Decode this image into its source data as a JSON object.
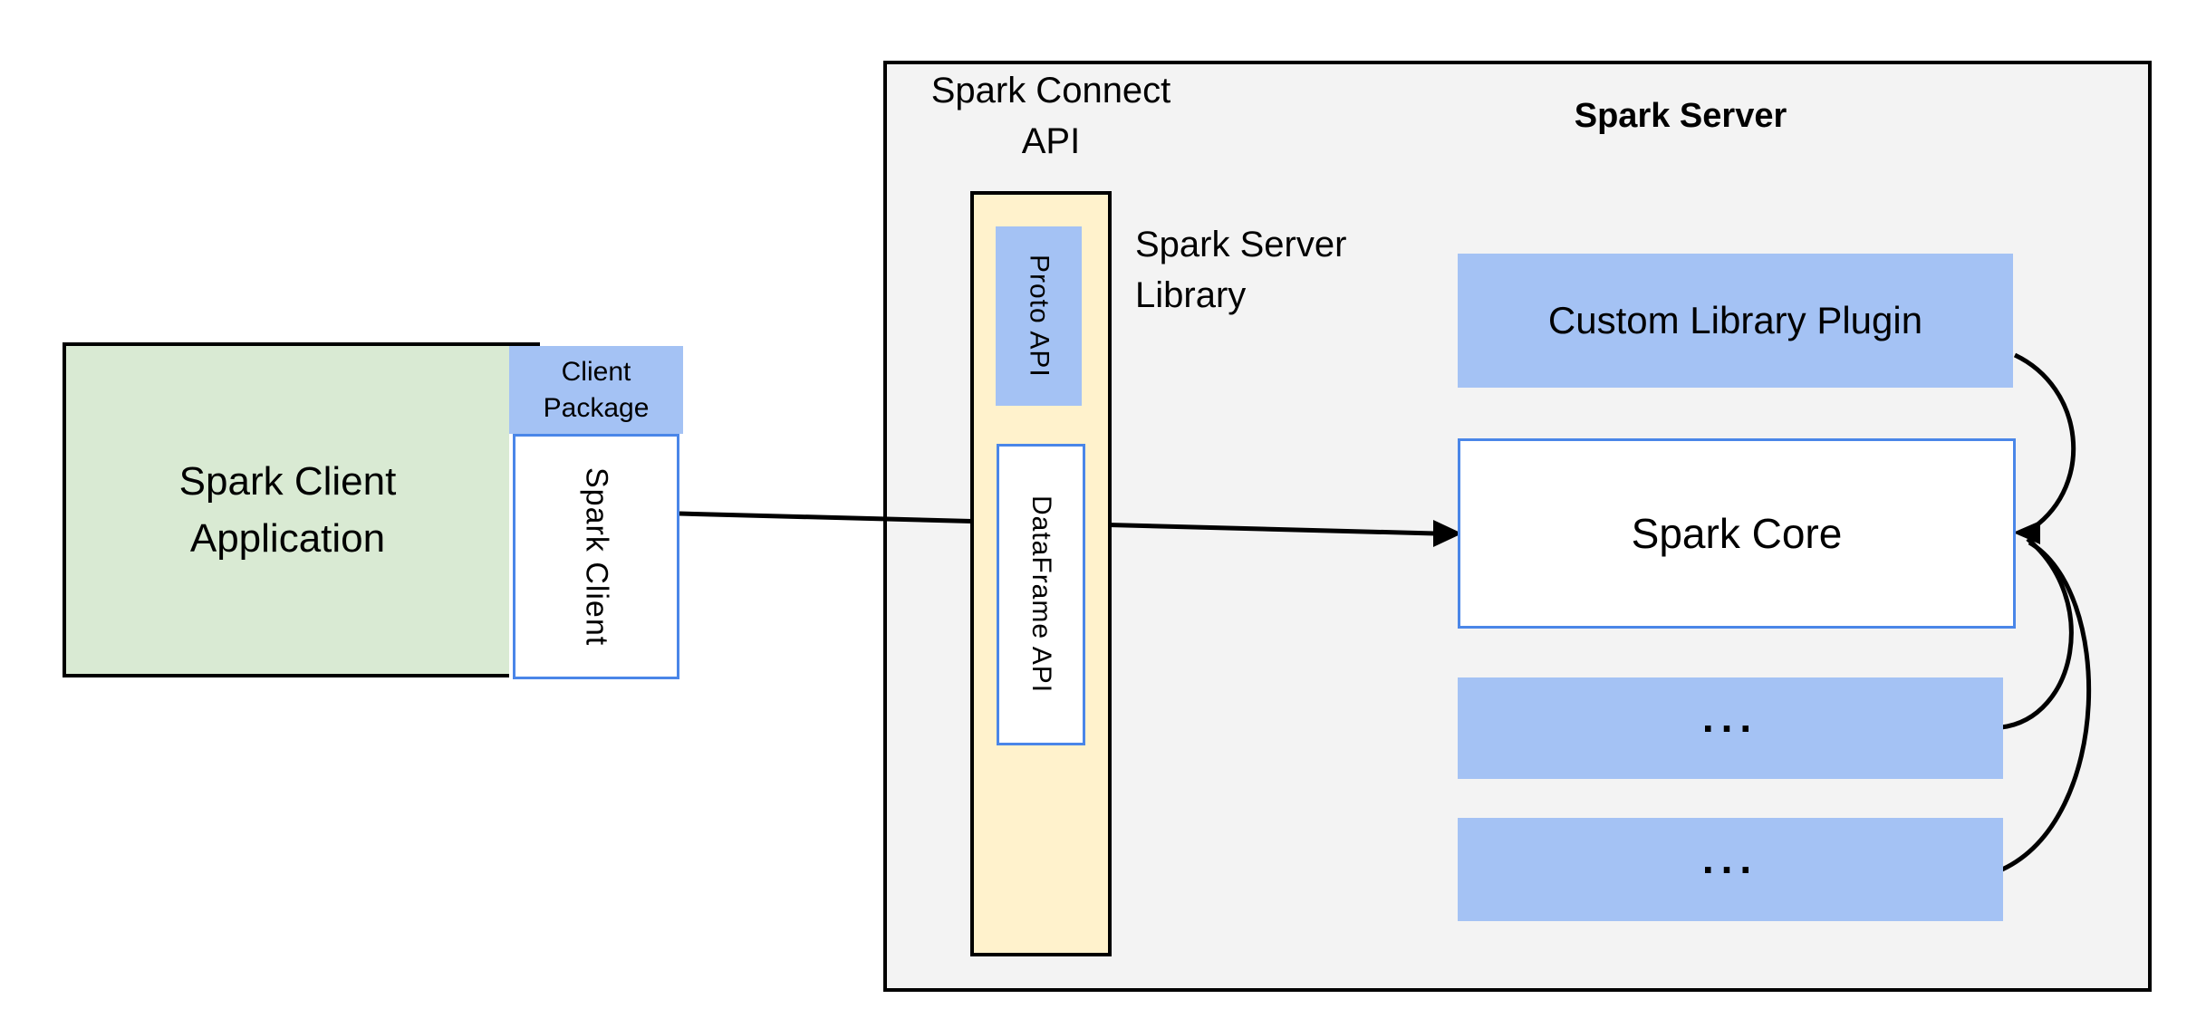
{
  "colors": {
    "bg": "#ffffff",
    "panel_fill": "#f3f3f3",
    "panel_border": "#000000",
    "green_fill": "#d9ead3",
    "blue_fill": "#a4c2f4",
    "yellow_fill": "#fff2cc",
    "blue_border": "#4a86e8",
    "text": "#000000",
    "arrow": "#000000"
  },
  "client": {
    "app_label": "Spark Client\nApplication",
    "package_label": "Client\nPackage",
    "client_lib_label": "Spark Client"
  },
  "connect_api": {
    "title": "Spark Connect\nAPI",
    "proto_label": "Proto API",
    "dataframe_label": "DataFrame API",
    "server_library_label": "Spark Server\nLibrary"
  },
  "server": {
    "title": "Spark Server",
    "plugin_label": "Custom Library Plugin",
    "core_label": "Spark Core",
    "ellipsis_label": "..."
  }
}
